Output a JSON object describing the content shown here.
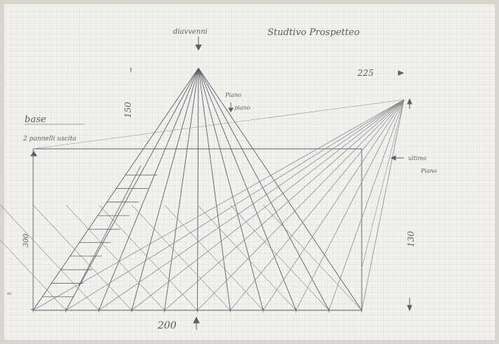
{
  "colors": {
    "paper": "#f3f1ee",
    "grid": "#c9ccd2",
    "grid_major": "#b7bac2",
    "ink": "#5e5f66",
    "ink_light": "#8a8c93",
    "shadow": "#cfcbc4"
  },
  "labels": {
    "header_left": "diavvenni",
    "header_title": "Studtivo Prospetteo",
    "base": "base",
    "base_sub": "2 pannelli uscita",
    "piano_left_1": "Piano",
    "piano_left_2": "piano",
    "piano_right_1": "ultimo",
    "piano_right_2": "Piano"
  },
  "dimensions": {
    "bottom": "200",
    "top_right": "225",
    "vertical_top": "150",
    "vertical_left": "300",
    "vertical_right": "130",
    "tiny_left": "80"
  },
  "construction": {
    "bottom_division_count": 11,
    "ladder_rungs": 10
  }
}
